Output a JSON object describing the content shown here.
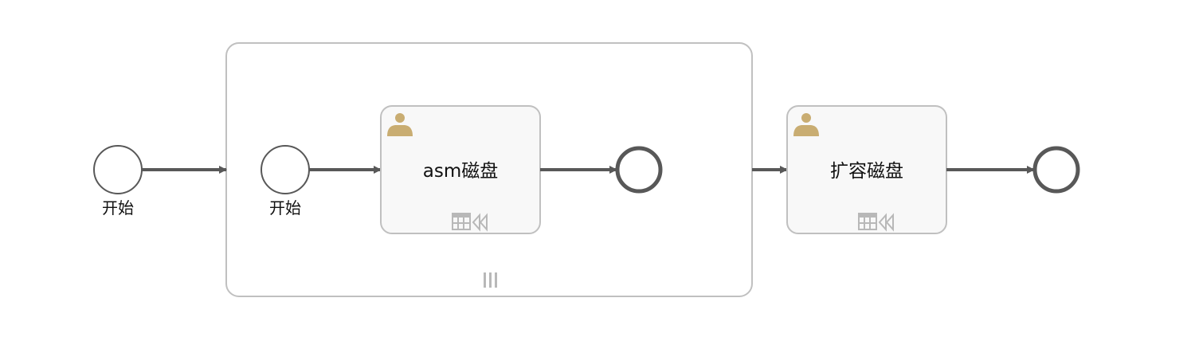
{
  "diagram": {
    "start_event_outer": {
      "label": "开始"
    },
    "subprocess": {
      "start_event": {
        "label": "开始"
      },
      "task": {
        "label": "asm磁盘",
        "icon": "user-icon"
      },
      "marker": "parallel-multi-instance-icon"
    },
    "task_expand": {
      "label": "扩容磁盘",
      "icon": "user-icon"
    },
    "task_marker_icons": [
      "table-icon",
      "rewind-icon"
    ]
  },
  "colors": {
    "stroke": "#585858",
    "box_border": "#c0c0c0",
    "task_fill": "#f8f8f8",
    "user_icon": "#c9ad72",
    "marker": "#b8b8b8"
  }
}
